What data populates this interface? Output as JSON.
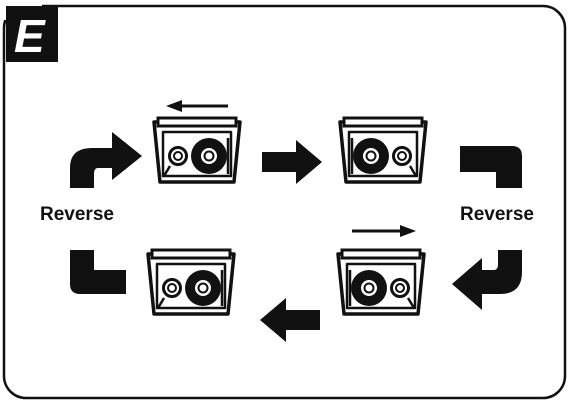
{
  "panel": {
    "letter": "E"
  },
  "labels": {
    "reverse_left": "Reverse",
    "reverse_right": "Reverse"
  }
}
